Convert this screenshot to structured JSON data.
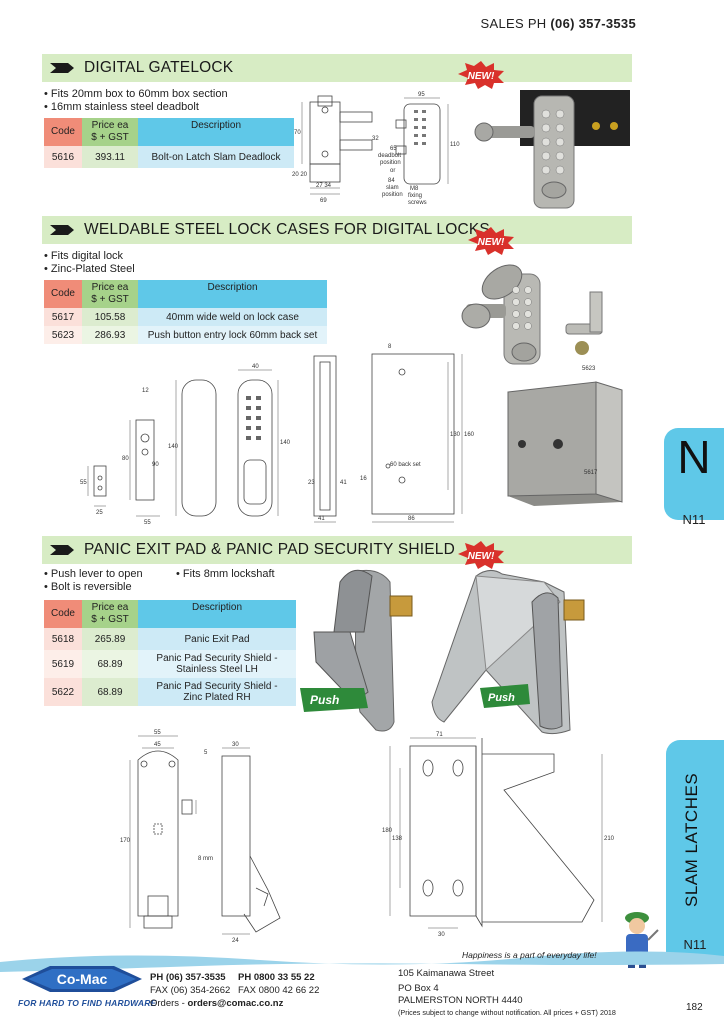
{
  "header": {
    "sales_label": "SALES  PH ",
    "sales_phone": "(06) 357-3535"
  },
  "table_headers": {
    "code": "Code",
    "price_line1": "Price ea",
    "price_line2": "$ + GST",
    "description": "Description"
  },
  "badge_text": "NEW!",
  "sections": [
    {
      "title": "DIGITAL GATELOCK",
      "bullets": [
        "Fits 20mm box to 60mm box section",
        "16mm stainless steel deadbolt"
      ],
      "rows": [
        {
          "code": "5616",
          "price": "393.11",
          "description": "Bolt-on Latch Slam Deadlock"
        }
      ]
    },
    {
      "title": "WELDABLE STEEL LOCK CASES FOR DIGITAL LOCKS",
      "bullets": [
        "Fits digital lock",
        "Zinc-Plated Steel"
      ],
      "rows": [
        {
          "code": "5617",
          "price": "105.58",
          "description": "40mm wide weld on lock case"
        },
        {
          "code": "5623",
          "price": "286.93",
          "description": "Push button entry lock 60mm back set"
        }
      ]
    },
    {
      "title": "PANIC EXIT PAD & PANIC PAD SECURITY SHIELD",
      "bullets": [
        "Push lever to open",
        "Fits 8mm lockshaft",
        "Bolt is reversible"
      ],
      "rows": [
        {
          "code": "5618",
          "price": "265.89",
          "description": "Panic Exit Pad"
        },
        {
          "code": "5619",
          "price": "68.89",
          "description_line1": "Panic Pad Security Shield -",
          "description_line2": "Stainless Steel LH"
        },
        {
          "code": "5622",
          "price": "68.89",
          "description_line1": "Panic Pad Security Shield -",
          "description_line2": "Zinc Plated RH"
        }
      ]
    }
  ],
  "drawing_labels": {
    "gatelock": {
      "deadbolt": "deadbolt",
      "position": "position",
      "or": "or",
      "slam": "slam",
      "m8": "M8",
      "fixing": "fixing",
      "screws": "screws",
      "d95": "95",
      "d110": "110",
      "d70": "70",
      "d2020": "20 20",
      "d69": "69",
      "d2734": "27 34",
      "d32": "32",
      "d65": "65",
      "d84": "84"
    },
    "cases": {
      "backset": "60 back set",
      "d55": "55",
      "d25": "25",
      "d80": "80",
      "d90": "90",
      "d12": "12",
      "d140a": "140",
      "d40": "40",
      "d55b": "55",
      "d140b": "140",
      "d130": "130",
      "d160": "160",
      "d86": "86",
      "d23": "23",
      "d41": "41",
      "d16": "16",
      "d8": "8",
      "c5623": "5623",
      "c5617": "5617"
    },
    "panic": {
      "push": "Push",
      "d55": "55",
      "d45": "45",
      "d5": "5",
      "d30": "30",
      "d170": "170",
      "d8mm": "8 mm",
      "d24": "24",
      "d71": "71",
      "d180": "180",
      "d138": "138",
      "d210": "210",
      "d30b": "30"
    }
  },
  "side": {
    "tab_letter": "N",
    "tab_page": "N11",
    "category": "SLAM LATCHES",
    "page_code": "N11"
  },
  "footer": {
    "brand": "Co-Mac",
    "tagline": "FOR HARD TO FIND HARDWARE",
    "ph_label": "PH",
    "ph": "(06) 357-3535",
    "ph2_label": "PH",
    "ph2": "0800 33 55 22",
    "fax_label": "FAX",
    "fax": "(06) 354-2662",
    "fax2_label": "FAX",
    "fax2": "0800 42 66 22",
    "orders_label": "Orders - ",
    "orders_email": "orders@comac.co.nz",
    "address1": "105 Kaimanawa Street",
    "address2": "PO Box 4",
    "address3": "PALMERSTON NORTH 4440",
    "note": "(Prices subject to change without notification. All prices + GST) 2018",
    "happiness": "Happiness is a part of everyday life!",
    "page_number": "182"
  },
  "colors": {
    "section_bar": "#d7ecc4",
    "code_header": "#f08c78",
    "price_header": "#a6d28a",
    "desc_header": "#5fc8e8",
    "accent_blue": "#5fc8e8",
    "badge_red": "#d9312b",
    "brand_blue": "#1f4e9a"
  }
}
